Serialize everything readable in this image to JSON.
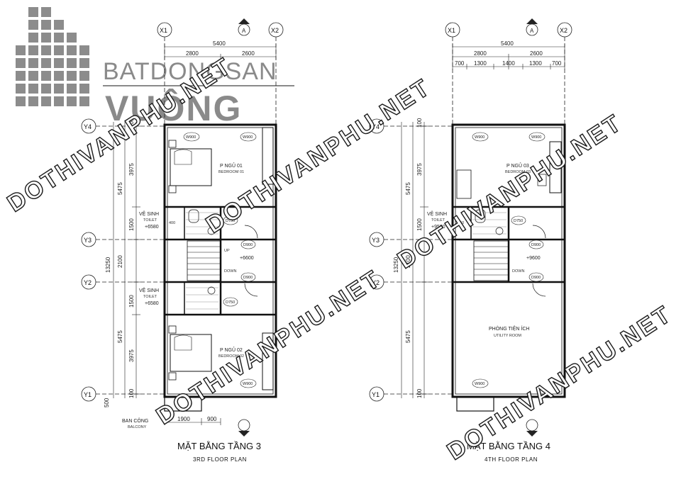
{
  "logo": {
    "line1": "BATDONGSAN",
    "line2": "VUÔNG"
  },
  "watermark": "DOTHIVANPHU.NET",
  "axes": {
    "x1": "X1",
    "x2": "X2",
    "y1": "Y1",
    "y2": "Y2",
    "y3": "Y3",
    "y4": "Y4",
    "section": "A"
  },
  "floor3": {
    "title": "MẶT BẰNG TẦNG 3",
    "subtitle": "3RD  FLOOR PLAN",
    "dims_top": {
      "total": "5400",
      "a": "2800",
      "b": "2600"
    },
    "dims_left": {
      "total": "13250",
      "d1": "5475",
      "d2": "3975",
      "d3": "1500",
      "d4": "2100",
      "d5": "1500",
      "d6": "5475",
      "d7": "3975",
      "d8": "100",
      "d9": "100",
      "d10": "500"
    },
    "dims_bottom": {
      "a": "1900",
      "b": "900"
    },
    "rooms": {
      "bedroom1": "P NGỦ 01",
      "bedroom1_en": "BEDROOM 01",
      "bedroom2": "P NGỦ 02",
      "bedroom2_en": "BEDROOM 02",
      "toilet_vn": "VỆ SINH",
      "toilet_en": "TOILET",
      "toilet_level": "+6580",
      "toilet2_vn": "VỆ SINH",
      "toilet2_en": "TOILET",
      "toilet2_level": "+6580",
      "stair_level": "+6600",
      "up": "UP",
      "down": "DOWN",
      "balcony_vn": "BAN CÔNG",
      "balcony_en": "BALCONY",
      "wall_dim": "400"
    },
    "doors": {
      "w900a": "W900",
      "w900b": "W900",
      "w900c": "W900",
      "d750a": "D750",
      "d750b": "D750",
      "d900a": "D900",
      "d900b": "D900"
    }
  },
  "floor4": {
    "title": "MẶT BẰNG TẦNG 4",
    "subtitle": "4TH  FLOOR PLAN",
    "dims_top": {
      "total": "5400",
      "a": "2800",
      "b": "2600",
      "c1": "700",
      "c2": "1300",
      "c3": "1400",
      "c4": "1300",
      "c5": "700"
    },
    "dims_left": {
      "total": "13250",
      "d1": "5475",
      "d2": "3975",
      "d3": "1500",
      "d4": "2100",
      "d5": "5475",
      "d6": "100",
      "d7": "100"
    },
    "rooms": {
      "bedroom3": "P NGỦ 03",
      "bedroom3_en": "BEDROOM 03",
      "toilet_vn": "VỆ SINH",
      "toilet_en": "TOILET",
      "toilet_level": "+9580",
      "stair_level": "+9600",
      "down": "DOWN",
      "utility_vn": "PHÒNG TIỆN ÍCH",
      "utility_en": "UTILITY ROOM",
      "wall_dim": "250"
    },
    "doors": {
      "w900a": "W900",
      "w900b": "W900",
      "w900c": "W900",
      "d750a": "D750",
      "d900a": "D900",
      "d900b": "D900"
    }
  }
}
